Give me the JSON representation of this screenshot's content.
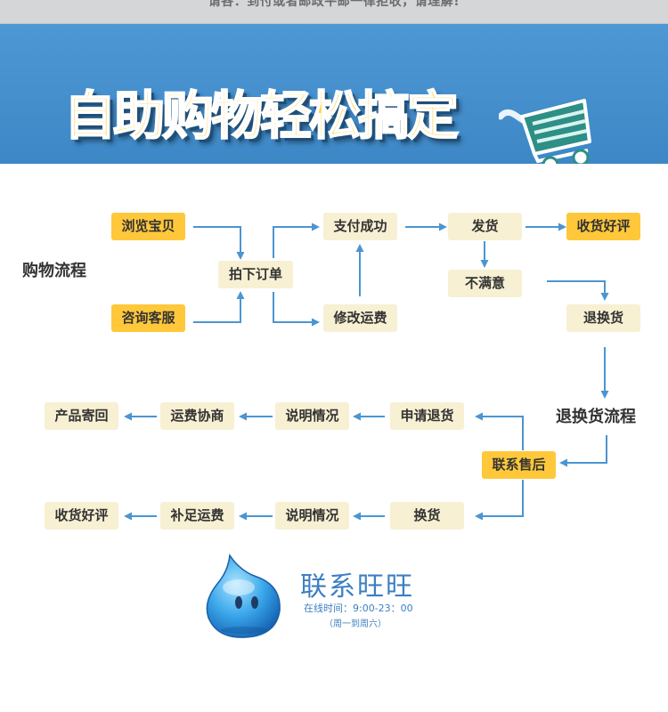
{
  "notice": "请各：到付或者邮政平邮一律拒收，请理解!",
  "banner": {
    "title": "自助购物轻松搞定",
    "icon": "shopping-cart-icon"
  },
  "shopping": {
    "label": "购物流程",
    "browse": "浏览宝贝",
    "consult": "咨询客服",
    "order": "拍下订单",
    "paid": "支付成功",
    "modify_shipping": "修改运费",
    "ship": "发货",
    "receive_review": "收货好评",
    "unsatisfied": "不满意",
    "return_exchange": "退换货"
  },
  "returns": {
    "label": "退换货流程",
    "contact_support": "联系售后",
    "apply_return": "申请退货",
    "explain_1": "说明情况",
    "negotiate_shipping": "运费协商",
    "send_back": "产品寄回",
    "exchange": "换货",
    "explain_2": "说明情况",
    "pay_shipping": "补足运费",
    "receive_review": "收货好评"
  },
  "contact": {
    "title": "联系旺旺",
    "hours": "在线时间：9:00-23：00",
    "days": "（周一到周六）",
    "icon": "wangwang-icon"
  },
  "colors": {
    "banner": "#4690cf",
    "highlight_box": "#ffc83a",
    "normal_box": "#f7f0d3",
    "arrow": "#4b95d1",
    "contact_text": "#3d7fc2"
  }
}
